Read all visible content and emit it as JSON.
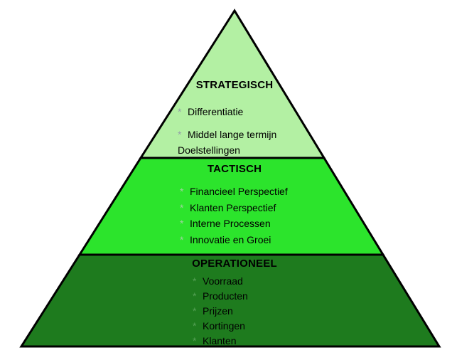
{
  "diagram": {
    "background": "#ffffff",
    "outline_color": "#000000",
    "levels": [
      {
        "id": "strategisch",
        "title": "STRATEGISCH",
        "fill": "#b3f0a3",
        "items": [
          {
            "bullet": "*",
            "text": "Differentiatie"
          },
          {
            "bullet": "*",
            "text": "Middel lange termijn",
            "text2": "Doelstellingen"
          }
        ]
      },
      {
        "id": "tactisch",
        "title": "TACTISCH",
        "fill": "#2ce42c",
        "items": [
          {
            "bullet": "*",
            "text": "Financieel Perspectief"
          },
          {
            "bullet": "*",
            "text": "Klanten Perspectief"
          },
          {
            "bullet": "*",
            "text": "Interne Processen"
          },
          {
            "bullet": "*",
            "text": "Innovatie en Groei"
          }
        ]
      },
      {
        "id": "operationeel",
        "title": "OPERATIONEEL",
        "fill": "#1e7b1e",
        "items": [
          {
            "bullet": "*",
            "text": "Voorraad"
          },
          {
            "bullet": "*",
            "text": "Producten"
          },
          {
            "bullet": "*",
            "text": "Prijzen"
          },
          {
            "bullet": "*",
            "text": "Kortingen"
          },
          {
            "bullet": "*",
            "text": "Klanten"
          }
        ]
      }
    ]
  }
}
